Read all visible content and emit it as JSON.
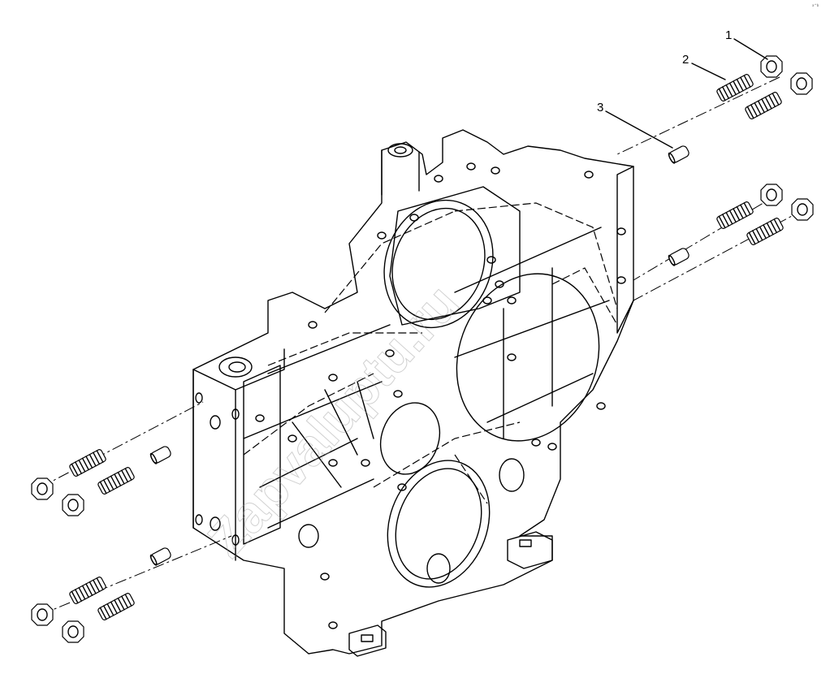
{
  "callouts": [
    {
      "id": "callout-1",
      "label": "1"
    },
    {
      "id": "callout-2",
      "label": "2"
    },
    {
      "id": "callout-3",
      "label": "3"
    }
  ],
  "watermark": "Zapvaluptu.ru",
  "corner_mark": "a^b",
  "parts": {
    "nut": "1",
    "stud": "2",
    "dowel": "3"
  }
}
